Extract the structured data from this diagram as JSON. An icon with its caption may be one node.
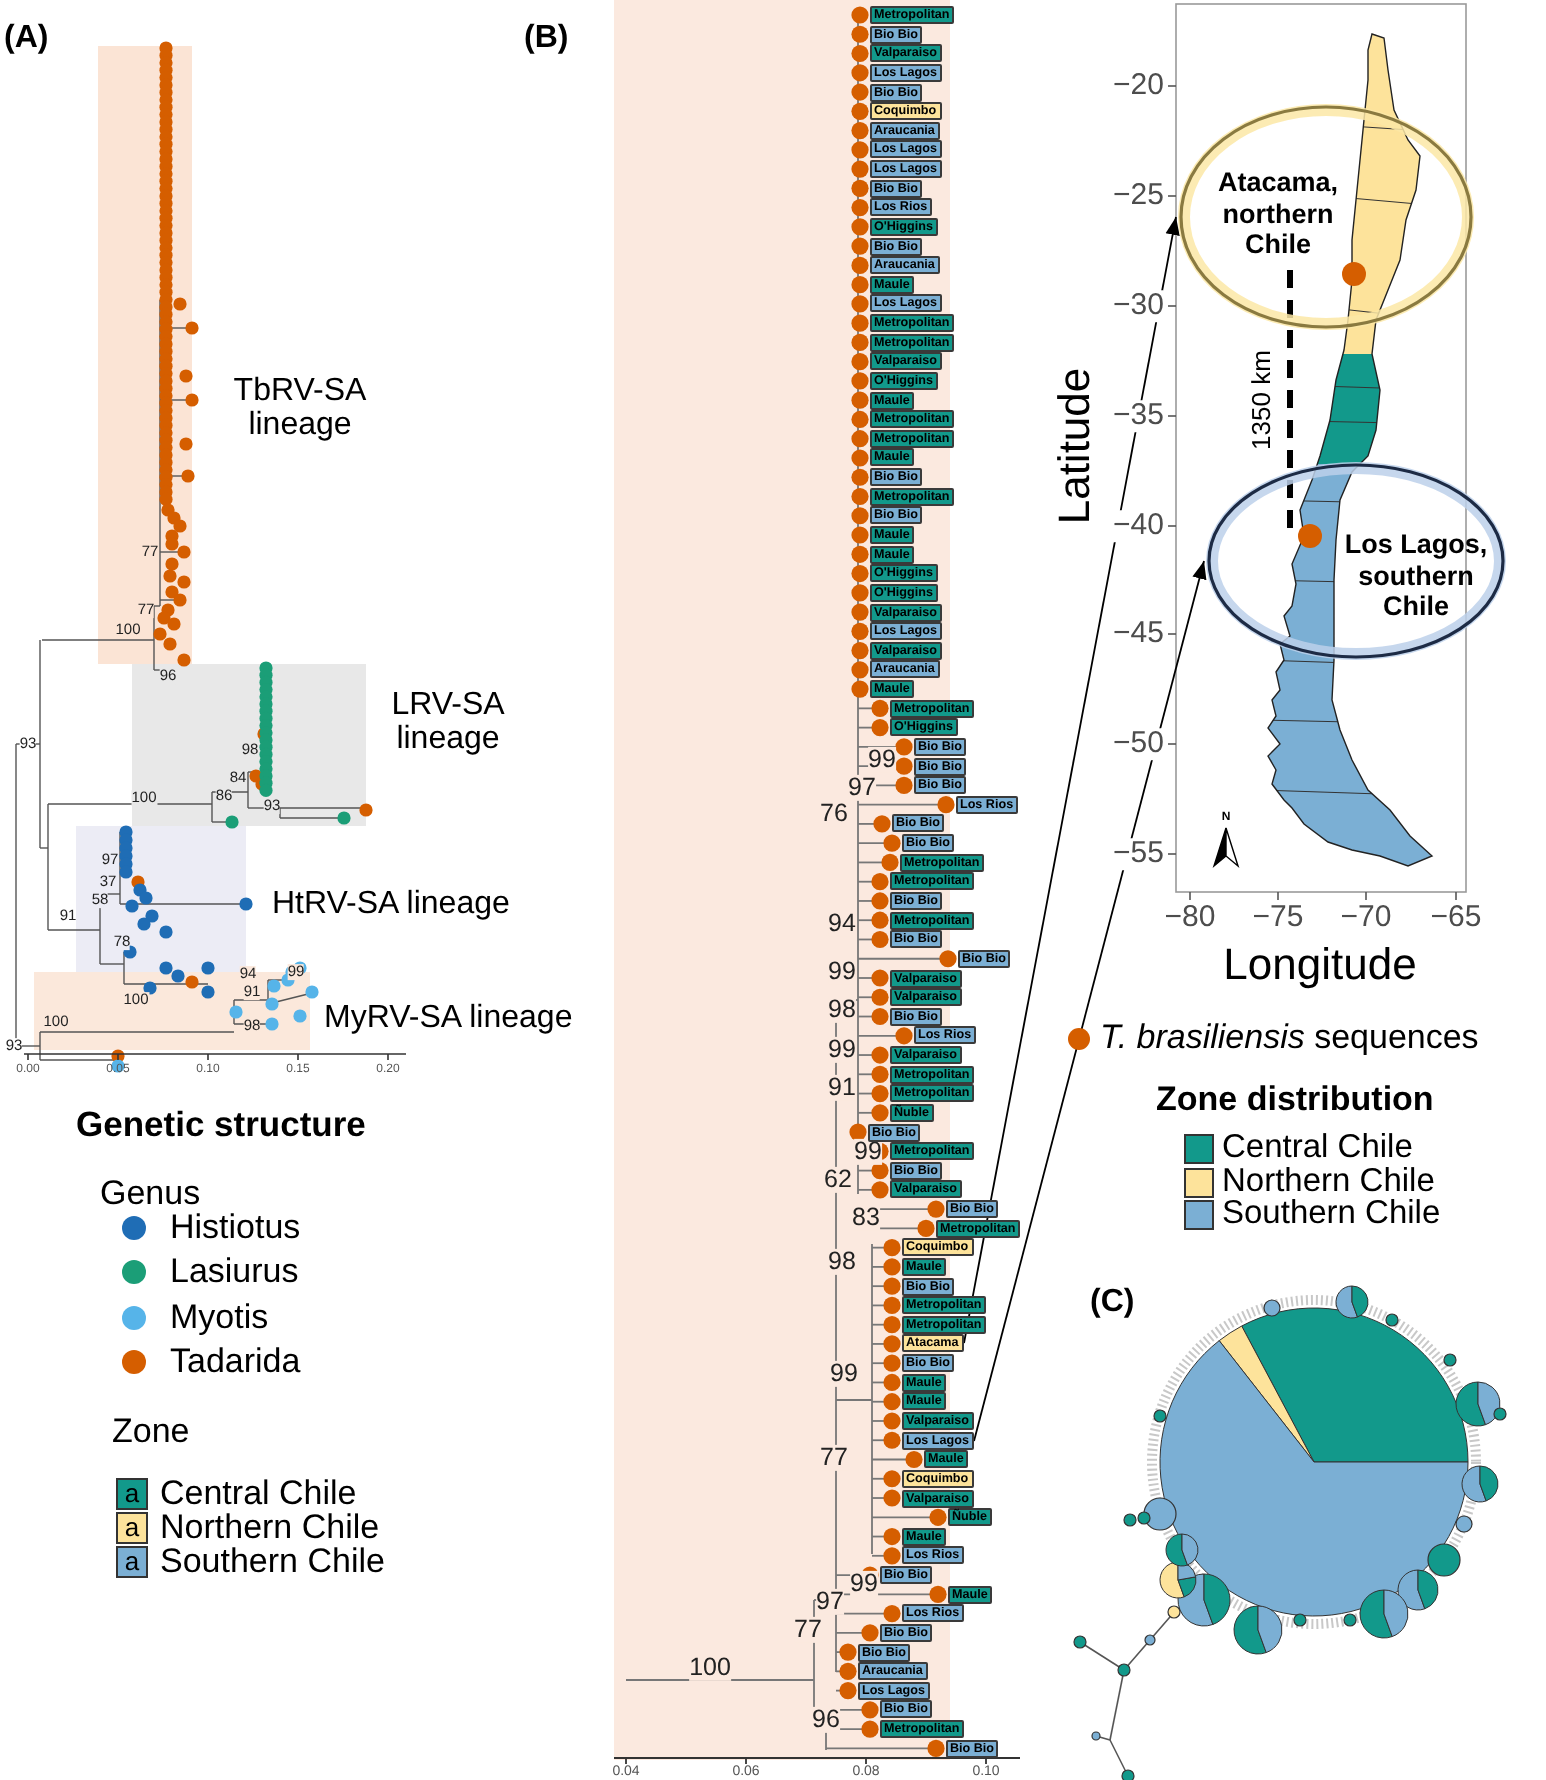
{
  "diagram": {
    "nodes": [
      {
        "text": [
          "Metropolitan"
        ]
      },
      {
        "text": [
          "Bio Bio"
        ]
      },
      {
        "text": [
          "Valparaiso"
        ]
      },
      {
        "text": [
          "Los Lagos"
        ]
      },
      {
        "text": [
          "Bio Bio"
        ]
      },
      {
        "text": [
          "Coquimbo"
        ]
      },
      {
        "text": [
          "Araucania"
        ]
      },
      {
        "text": [
          "Los Lagos"
        ]
      },
      {
        "text": [
          "Los Lagos"
        ]
      },
      {
        "text": [
          "Bio Bio"
        ]
      },
      {
        "text": [
          "Los Rios"
        ]
      },
      {
        "text": [
          "O'Higgins"
        ]
      },
      {
        "text": [
          "Bio Bio"
        ]
      },
      {
        "text": [
          "Araucania"
        ]
      },
      {
        "text": [
          "Maule"
        ]
      },
      {
        "text": [
          "Los Lagos"
        ]
      },
      {
        "text": [
          "Metropolitan"
        ]
      },
      {
        "text": [
          "Metropolitan"
        ]
      },
      {
        "text": [
          "Valparaiso"
        ]
      },
      {
        "text": [
          "O'Higgins"
        ]
      },
      {
        "text": [
          "Maule"
        ]
      },
      {
        "text": [
          "Metropolitan"
        ]
      },
      {
        "text": [
          "Metropolitan"
        ]
      },
      {
        "text": [
          "Maule"
        ]
      },
      {
        "text": [
          "Bio Bio"
        ]
      },
      {
        "text": [
          "Metropolitan"
        ]
      },
      {
        "text": [
          "Bio Bio"
        ]
      },
      {
        "text": [
          "Maule"
        ]
      },
      {
        "text": [
          "Maule"
        ]
      },
      {
        "text": [
          "O'Higgins"
        ]
      },
      {
        "text": [
          "O'Higgins"
        ]
      },
      {
        "text": [
          "Valparaiso"
        ]
      },
      {
        "text": [
          "Los Lagos"
        ]
      },
      {
        "text": [
          "Valparaiso"
        ]
      },
      {
        "text": [
          "Araucania"
        ]
      },
      {
        "text": [
          "Maule"
        ]
      },
      {
        "text": [
          "Metropolitan"
        ]
      },
      {
        "text": [
          "O'Higgins"
        ]
      },
      {
        "text": [
          "Bio Bio"
        ]
      },
      {
        "text": [
          "Bio Bio"
        ]
      },
      {
        "text": [
          "Bio Bio"
        ]
      },
      {
        "text": [
          "Los Rios"
        ]
      },
      {
        "text": [
          "Bio Bio"
        ]
      },
      {
        "text": [
          "Bio Bio"
        ]
      },
      {
        "text": [
          "Metropolitan"
        ]
      },
      {
        "text": [
          "Metropolitan"
        ]
      },
      {
        "text": [
          "Bio Bio"
        ]
      },
      {
        "text": [
          "Metropolitan"
        ]
      },
      {
        "text": [
          "Bio Bio"
        ]
      },
      {
        "text": [
          "Bio Bio"
        ]
      },
      {
        "text": [
          "Valparaiso"
        ]
      },
      {
        "text": [
          "Valparaiso"
        ]
      },
      {
        "text": [
          "Bio Bio"
        ]
      },
      {
        "text": [
          "Los Rios"
        ]
      },
      {
        "text": [
          "Valparaiso"
        ]
      },
      {
        "text": [
          "Metropolitan"
        ]
      },
      {
        "text": [
          "Metropolitan"
        ]
      },
      {
        "text": [
          "Ñuble"
        ]
      },
      {
        "text": [
          "Bio Bio"
        ]
      },
      {
        "text": [
          "Metropolitan"
        ]
      },
      {
        "text": [
          "Bio Bio"
        ]
      },
      {
        "text": [
          "Valparaiso"
        ]
      },
      {
        "text": [
          "Bio Bio"
        ]
      },
      {
        "text": [
          "Metropolitan"
        ]
      },
      {
        "text": [
          "Coquimbo"
        ]
      },
      {
        "text": [
          "Maule"
        ]
      },
      {
        "text": [
          "Bio Bio"
        ]
      },
      {
        "text": [
          "Metropolitan"
        ]
      },
      {
        "text": [
          "Metropolitan"
        ]
      },
      {
        "text": [
          "Atacama"
        ]
      },
      {
        "text": [
          "Bio Bio"
        ]
      },
      {
        "text": [
          "Maule"
        ]
      },
      {
        "text": [
          "Maule"
        ]
      },
      {
        "text": [
          "Valparaiso"
        ]
      },
      {
        "text": [
          "Los Lagos"
        ]
      },
      {
        "text": [
          "Maule"
        ]
      },
      {
        "text": [
          "Coquimbo"
        ]
      },
      {
        "text": [
          "Valparaiso"
        ]
      },
      {
        "text": [
          "Ñuble"
        ]
      },
      {
        "text": [
          "Maule"
        ]
      },
      {
        "text": [
          "Los Rios"
        ]
      },
      {
        "text": [
          "Bio Bio"
        ]
      },
      {
        "text": [
          "Maule"
        ]
      },
      {
        "text": [
          "Los Rios"
        ]
      },
      {
        "text": [
          "Bio Bio"
        ]
      },
      {
        "text": [
          "Bio Bio"
        ]
      },
      {
        "text": [
          "Araucania"
        ]
      },
      {
        "text": [
          "Los Lagos"
        ]
      },
      {
        "text": [
          "Bio Bio"
        ]
      },
      {
        "text": [
          "Metropolitan"
        ]
      },
      {
        "text": [
          "Bio Bio"
        ]
      },
      {
        "text": [
          "Atacama, northern Chile"
        ]
      },
      {
        "text": [
          "Los Lagos, southern Chile"
        ]
      }
    ],
    "edges": [
      {
        "from": 69,
        "to": 91,
        "arrow": "to"
      },
      {
        "from": 74,
        "to": 92,
        "arrow": "to"
      }
    ],
    "labels": [
      "(A)",
      "(B)",
      "TbRV-SA lineage",
      "LRV-SA lineage",
      "HtRV-SA lineage",
      "MyRV-SA lineage",
      "77",
      "77",
      "100",
      "96",
      "93",
      "98",
      "84",
      "100",
      "86",
      "93",
      "97",
      "37",
      "58",
      "91",
      "78",
      "94",
      "99",
      "100",
      "91",
      "100",
      "98",
      "93",
      "0.00",
      "0.05",
      "0.10",
      "0.15",
      "0.20",
      "99",
      "97",
      "76",
      "94",
      "99",
      "98",
      "99",
      "91",
      "99",
      "62",
      "83",
      "98",
      "99",
      "77",
      "97",
      "99",
      "77",
      "100",
      "96",
      "0.04",
      "0.06",
      "0.08",
      "0.10",
      "−20",
      "−25",
      "−30",
      "−35",
      "−40",
      "−45",
      "−50",
      "−55",
      "Latitude",
      "1350 km",
      "N",
      "−80",
      "−75",
      "−70",
      "−65",
      "Longitude",
      "Genetic structure",
      "Genus",
      "Zone",
      "Zone distribution",
      "(C)",
      "a",
      "a",
      "a"
    ],
    "legend": [
      {
        "text": "Histiotus",
        "color": "#1f6db5"
      },
      {
        "text": "Lasiurus",
        "color": "#1b9e77"
      },
      {
        "text": "Myotis",
        "color": "#56b4e9"
      },
      {
        "text": "Tadarida",
        "color": "#d55e00"
      },
      {
        "text": "Central Chile",
        "color": "#12998b"
      },
      {
        "text": "Northern Chile",
        "color": "#fde39b"
      },
      {
        "text": "Southern Chile",
        "color": "#7bafd4"
      },
      {
        "text": "*T. brasiliensis* sequences",
        "color": "#d55e00"
      },
      {
        "text": "Central Chile",
        "color": "#12998b"
      },
      {
        "text": "Northern Chile",
        "color": "#fde39b"
      },
      {
        "text": "Southern Chile",
        "color": "#7bafd4"
      }
    ]
  }
}
